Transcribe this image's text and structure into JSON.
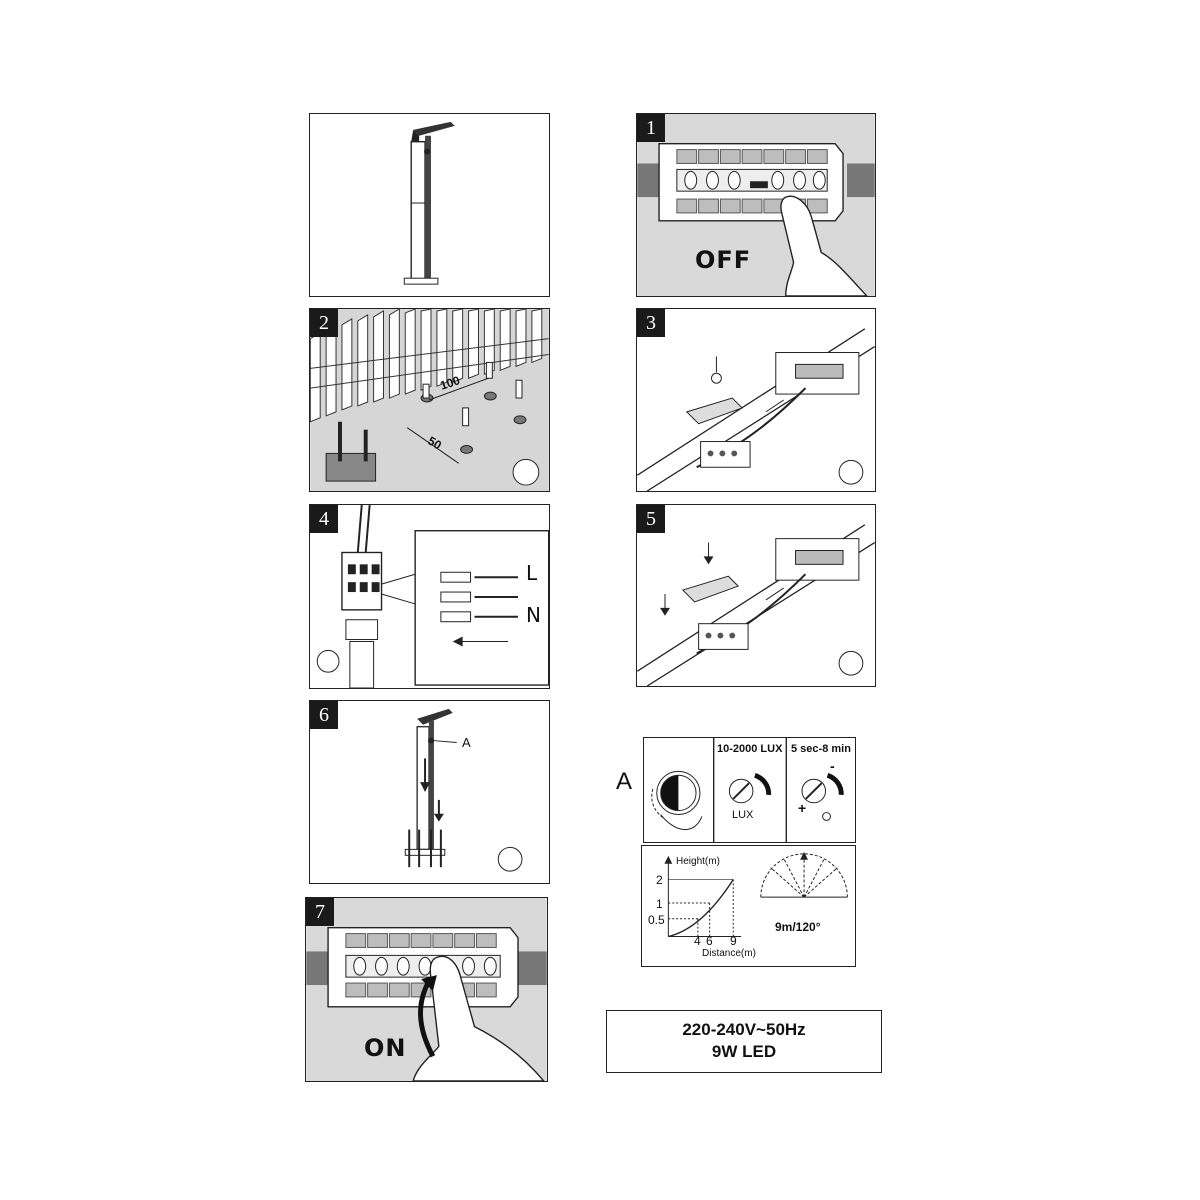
{
  "steps": [
    {
      "num": "1",
      "caption": "OFF"
    },
    {
      "num": "2",
      "dims": {
        "spacing": "100",
        "depth": "50"
      }
    },
    {
      "num": "3"
    },
    {
      "num": "4",
      "terminals": {
        "live": "L",
        "neutral": "N"
      }
    },
    {
      "num": "5"
    },
    {
      "num": "6",
      "pointer": "A"
    },
    {
      "num": "7",
      "caption": "ON"
    }
  ],
  "sensor": {
    "label": "A",
    "lux_title": "10-2000 LUX",
    "lux_label": "LUX",
    "time_title": "5 sec-8 min",
    "plus": "+",
    "minus": "-"
  },
  "range_chart": {
    "ylabel": "Height(m)",
    "xlabel": "Distance(m)",
    "y_ticks": [
      "2",
      "1",
      "0.5"
    ],
    "x_ticks": [
      "4",
      "6",
      "9"
    ],
    "detection": "9m/120°"
  },
  "spec": {
    "voltage": "220-240V~50Hz",
    "power": "9W  LED"
  }
}
